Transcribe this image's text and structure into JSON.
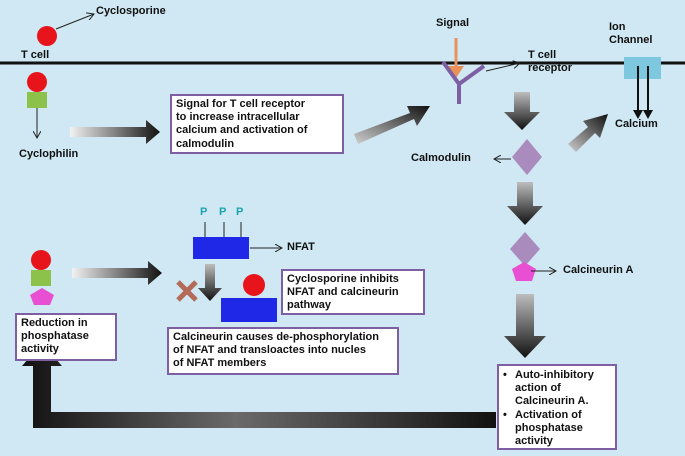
{
  "labels": {
    "cyclosporine": "Cyclosporine",
    "t_cell": "T cell",
    "cyclophilin": "Cyclophilin",
    "signal": "Signal",
    "t_cell_receptor": [
      "T cell",
      "receptor"
    ],
    "ion_channel": [
      "Ion",
      "Channel"
    ],
    "calcium": "Calcium",
    "calmodulin": "Calmodulin",
    "calcineurin_a": "Calcineurin A",
    "nfat": "NFAT",
    "phosphate": "P"
  },
  "boxes": {
    "signal_box": [
      "Signal for T cell receptor",
      "to increase intracellular",
      "calcium and activation of",
      "calmodulin"
    ],
    "cyclosporine_box": [
      "Cyclosporine inhibits",
      "NFAT and calcineurin",
      "pathway"
    ],
    "calcineurin_box": [
      "Calcineurin causes de-phosphorylation",
      "of  NFAT and transloactes into nucles",
      "of  NFAT members"
    ],
    "reduction_box": [
      "Reduction in",
      "phosphatase",
      "activity"
    ],
    "auto_box": {
      "bullet": "•",
      "items": [
        [
          "Auto-inhibitory",
          "action of",
          "Calcineurin A."
        ],
        [
          "Activation of",
          "phosphatase",
          "activity"
        ]
      ]
    }
  },
  "colors": {
    "background": "#cfe8f3",
    "red_cell": "#e8141c",
    "green_cyclophilin": "#8cc24a",
    "magenta_calcineurin": "#e84fd2",
    "purple_calmodulin": "#a98bbd",
    "blue_nfat": "#1f28e6",
    "box_border": "#7e5fa3",
    "signal_arrow": "#e8925a",
    "ion_channel": "#7ec8df",
    "x_mark": "#b36a58",
    "p_label": "#1aa3b0"
  }
}
